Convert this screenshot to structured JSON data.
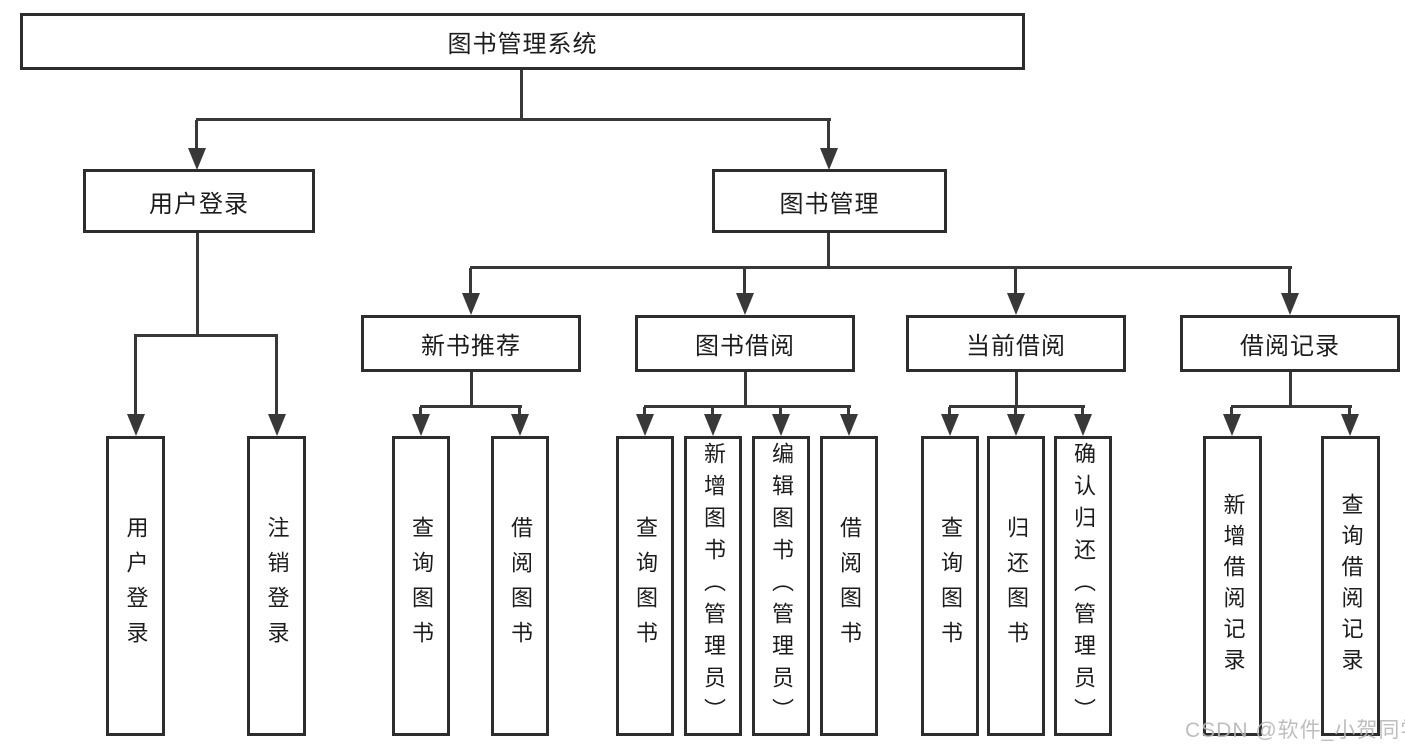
{
  "tree": {
    "root": {
      "label": "图书管理系统"
    },
    "level2": [
      {
        "label": "用户登录"
      },
      {
        "label": "图书管理"
      }
    ],
    "level3": [
      {
        "label": "新书推荐"
      },
      {
        "label": "图书借阅"
      },
      {
        "label": "当前借阅"
      },
      {
        "label": "借阅记录"
      }
    ],
    "leaves": {
      "login_children": [
        "用户登录",
        "注销登录"
      ],
      "recommend_children": [
        "查询图书",
        "借阅图书"
      ],
      "borrow_children": [
        "查询图书",
        "新增图书（管理员）",
        "编辑图书（管理员）",
        "借阅图书"
      ],
      "current_children": [
        "查询图书",
        "归还图书",
        "确认归还（管理员）"
      ],
      "records_children": [
        "新增借阅记录",
        "查询借阅记录"
      ]
    }
  },
  "watermark": {
    "text": "CSDN @软件_小贺同学"
  },
  "colors": {
    "background": "#ffffff",
    "box_border": "#2d2d2d",
    "line": "#383838",
    "text": "#1c1c1c",
    "watermark": "#b7b7bb"
  }
}
